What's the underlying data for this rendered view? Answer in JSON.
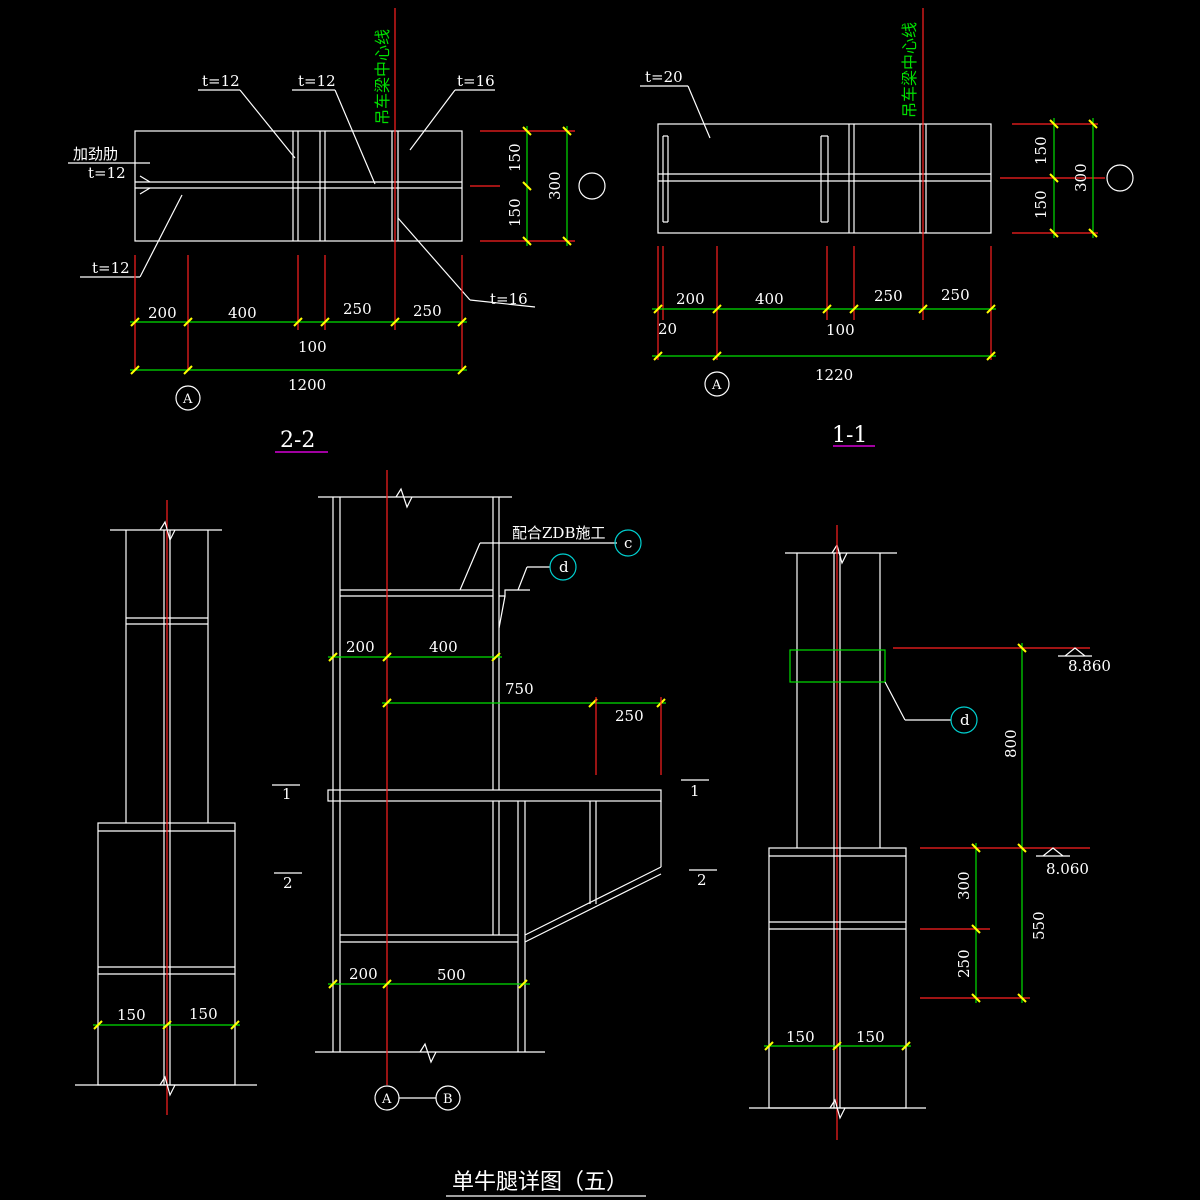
{
  "section_22": {
    "label": "2-2",
    "t_top_left": "t=12",
    "t_top_mid": "t=12",
    "t_top_right": "t=16",
    "stiffener": "加劲肋",
    "stiffener_t": "t=12",
    "t_bottom_left": "t=12",
    "t_bottom_right": "t=16",
    "crane_centerline": "吊车梁中心线",
    "dims_h": [
      "200",
      "400",
      "250",
      "250"
    ],
    "dim_100": "100",
    "dim_total": "1200",
    "dims_v": [
      "150",
      "150",
      "300"
    ],
    "axis": "A"
  },
  "section_11": {
    "label": "1-1",
    "t_top": "t=20",
    "crane_centerline": "吊车梁中心线",
    "dims_h": [
      "200",
      "400",
      "250",
      "250"
    ],
    "dim_20": "20",
    "dim_100": "100",
    "dim_total": "1220",
    "dims_v": [
      "150",
      "150",
      "300"
    ],
    "axis": "A"
  },
  "elevation": {
    "dims_col": [
      "150",
      "150"
    ],
    "note": "配合ZDB施工",
    "tag_c": "c",
    "tag_d": "d",
    "dims_top": [
      "200",
      "400"
    ],
    "dim_750": "750",
    "dim_250": "250",
    "dims_bot": [
      "200",
      "500"
    ],
    "cut1": "1",
    "cut2": "2",
    "axis_a": "A",
    "axis_b": "B"
  },
  "side": {
    "tag_d": "d",
    "elev_top": "8.860",
    "elev_bot": "8.060",
    "dim_800": "800",
    "dim_300": "300",
    "dim_250": "250",
    "dim_550": "550",
    "dims_col": [
      "150",
      "150"
    ]
  },
  "title": "单牛腿详图（五）"
}
